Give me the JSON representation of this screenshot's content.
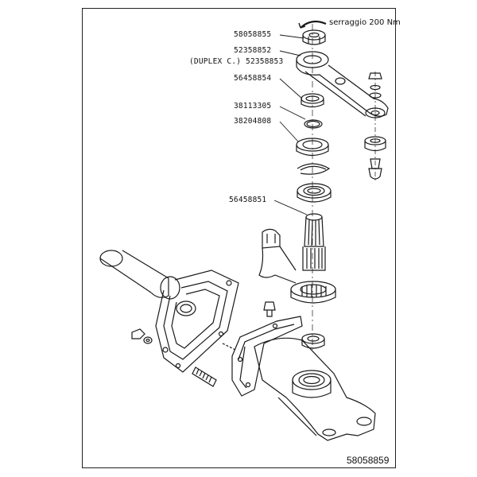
{
  "torque_note": "serraggio 200 Nm",
  "drawing_number": "58058859",
  "callouts": [
    {
      "id": "c1",
      "text": "58058855"
    },
    {
      "id": "c2",
      "text": "52358852"
    },
    {
      "id": "c3",
      "text": "(DUPLEX C.) 52358853"
    },
    {
      "id": "c4",
      "text": "56458854"
    },
    {
      "id": "c5",
      "text": "38113305"
    },
    {
      "id": "c6",
      "text": "38204808"
    },
    {
      "id": "c7",
      "text": "56458851"
    }
  ]
}
